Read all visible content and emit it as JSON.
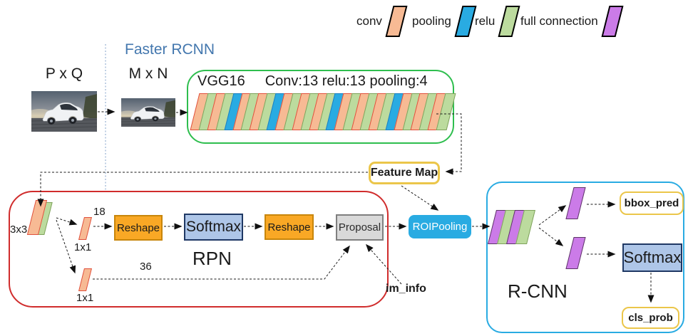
{
  "legend": {
    "items": [
      {
        "label": "conv",
        "type": "conv"
      },
      {
        "label": "pooling",
        "type": "pool"
      },
      {
        "label": "relu",
        "type": "relu"
      },
      {
        "label": "full connection",
        "type": "fc"
      }
    ]
  },
  "header": {
    "title": "Faster RCNN"
  },
  "inputs": {
    "pxq": "P x Q",
    "mxn": "M x N"
  },
  "vgg": {
    "name": "VGG16",
    "stats": "Conv:13 relu:13 pooling:4",
    "layers": [
      "conv",
      "relu",
      "conv",
      "relu",
      "pool",
      "conv",
      "relu",
      "conv",
      "relu",
      "pool",
      "conv",
      "relu",
      "conv",
      "relu",
      "conv",
      "relu",
      "pool",
      "conv",
      "relu",
      "conv",
      "relu",
      "conv",
      "relu",
      "pool",
      "conv",
      "relu",
      "conv",
      "relu",
      "conv",
      "relu"
    ]
  },
  "feature_map": {
    "label": "Feature Map"
  },
  "rpn": {
    "label": "RPN",
    "conv3x3": "3x3",
    "conv1x1_top": "1x1",
    "conv1x1_bottom": "1x1",
    "num_top": "18",
    "num_bottom": "36",
    "reshape1": "Reshape",
    "softmax": "Softmax",
    "reshape2": "Reshape",
    "proposal": "Proposal",
    "im_info": "im_info"
  },
  "roi": {
    "label": "ROIPooling"
  },
  "rcnn": {
    "label": "R-CNN",
    "layers": [
      "fc",
      "relu",
      "fc",
      "relu"
    ],
    "bbox_pred": "bbox_pred",
    "softmax": "Softmax",
    "cls_prob": "cls_prob"
  },
  "colors": {
    "conv_fill": "#F7BA94",
    "conv_border": "#E0503C",
    "pool_fill": "#29ABE2",
    "pool_border": "#1E7FC0",
    "relu_fill": "#BCDB9E",
    "relu_border": "#7EA25B",
    "fc_fill": "#CB7BE8",
    "fc_border": "#5C3566",
    "accent_green": "#2EBE4E",
    "accent_red": "#D02C2C",
    "accent_cyan": "#29ABE2",
    "accent_yellow": "#EBC64A",
    "reshape_fill": "#F9A825",
    "reshape_border": "#C8860B",
    "softmax_fill": "#AEC6E8",
    "softmax_border": "#1F3864",
    "proposal_fill": "#D9D9D9",
    "proposal_border": "#7F7F7F",
    "title_blue": "#4377AE"
  }
}
